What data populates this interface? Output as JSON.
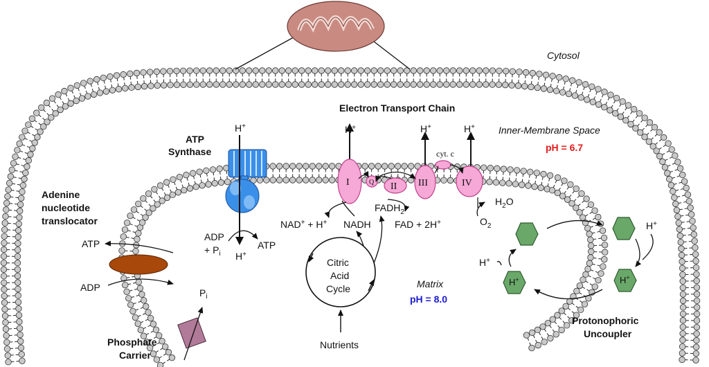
{
  "labels": {
    "cytosol": "Cytosol",
    "etc_title": "Electron Transport Chain",
    "ims": "Inner-Membrane Space",
    "ph_ims": "pH = 6.7",
    "matrix": "Matrix",
    "ph_matrix": "pH = 8.0",
    "atp_synthase_1": "ATP",
    "atp_synthase_2": "Synthase",
    "ant_1": "Adenine",
    "ant_2": "nucleotide",
    "ant_3": "translocator",
    "phosphate_1": "Phosphate",
    "phosphate_2": "Carrier",
    "uncoupler_1": "Protonophoric",
    "uncoupler_2": "Uncoupler",
    "citric_1": "Citric",
    "citric_2": "Acid",
    "citric_3": "Cycle",
    "nutrients": "Nutrients",
    "nadh": "NADH",
    "nad_plus": "NAD",
    "fadh2": "FADH",
    "fad_2h": "FAD + 2H",
    "h2o": "H",
    "o2": "O",
    "adp_pi_1": "ADP",
    "adp_pi_2": "+ P",
    "atp_out": "ATP",
    "atp_translocated": "ATP",
    "adp_translocated": "ADP",
    "pi": "P",
    "pi_sub": "i",
    "h": "H",
    "plus": "+",
    "two": "2",
    "complex_1": "I",
    "complex_q": "Q",
    "complex_2": "II",
    "complex_3": "III",
    "complex_4": "IV",
    "cyt_c": "cyt. c"
  },
  "colors": {
    "membrane_head": "#c9c9c9",
    "complex_fill": "#f6a8d6",
    "complex_stroke": "#c0408c",
    "atp_synthase": "#3a8fe8",
    "translocator": "#a8480a",
    "phosphate_carrier": "#b07a98",
    "uncoupler_hex": "#6aa86a",
    "mito_outer": "#c98a82",
    "ph_ims": "#e31b1b",
    "ph_matrix": "#1a1ad0"
  }
}
